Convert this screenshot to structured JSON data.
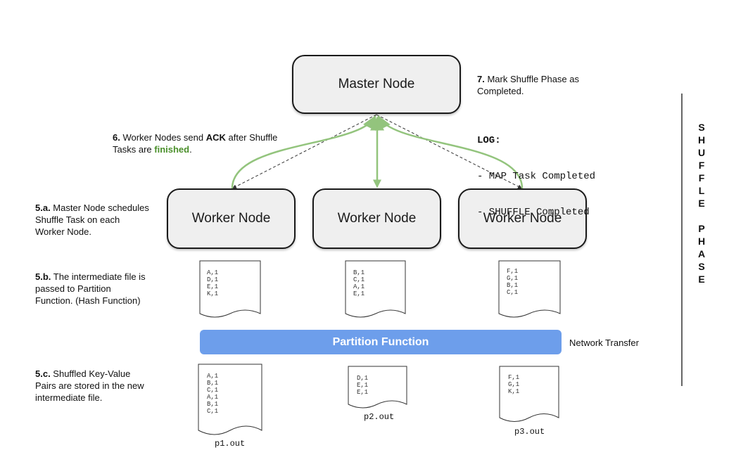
{
  "master": {
    "label": "Master Node"
  },
  "workers": [
    {
      "label": "Worker Node"
    },
    {
      "label": "Worker Node"
    },
    {
      "label": "Worker Node"
    }
  ],
  "notes": {
    "step7": {
      "num": "7.",
      "text": " Mark Shuffle Phase as Completed."
    },
    "step6": {
      "num": "6.",
      "pre": " Worker Nodes send ",
      "ack": "ACK",
      "mid": " after Shuffle Tasks are ",
      "finished": "finished",
      "end": "."
    },
    "step5a": {
      "num": "5.a.",
      "text": " Master Node schedules Shuffle Task on each Worker Node."
    },
    "step5b": {
      "num": "5.b.",
      "text": " The intermediate file is passed to Partition Function. (Hash Function)"
    },
    "step5c": {
      "num": "5.c.",
      "text": " Shuffled Key-Value Pairs are stored in the new intermediate file."
    }
  },
  "log": {
    "title": "LOG:",
    "lines": [
      "- MAP Task Completed",
      "- SHUFFLE Completed"
    ]
  },
  "intermediate_files": [
    {
      "lines": "A,1\nD,1\nE,1\nK,1"
    },
    {
      "lines": "B,1\nC,1\nA,1\nE,1"
    },
    {
      "lines": "F,1\nG,1\nB,1\nC,1"
    }
  ],
  "partition": {
    "label": "Partition Function",
    "side_label": "Network Transfer"
  },
  "output_files": [
    {
      "lines": "A,1\nB,1\nC,1\nA,1\nB,1\nC,1",
      "name": "p1.out"
    },
    {
      "lines": "D,1\nE,1\nE,1",
      "name": "p2.out"
    },
    {
      "lines": "F,1\nG,1\nK,1",
      "name": "p3.out"
    }
  ],
  "phase_label": "SHUFFLE PHASE",
  "colors": {
    "arrow_green": "#93c47d",
    "partition_blue": "#6d9eeb",
    "finished_green": "#4a8f2a"
  }
}
